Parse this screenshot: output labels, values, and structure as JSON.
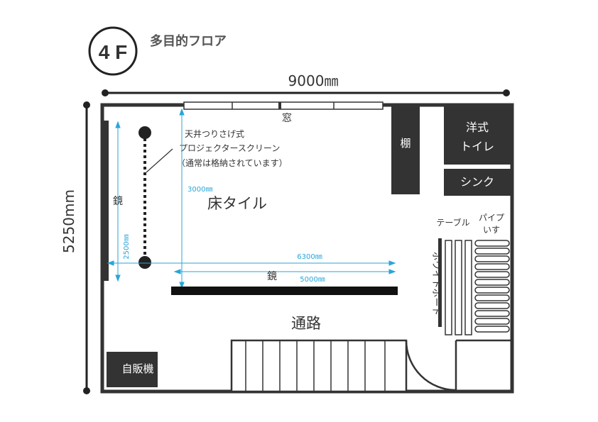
{
  "header": {
    "floor_badge": "4 F",
    "title": "多目的フロア"
  },
  "dimensions": {
    "width": "9000㎜",
    "height": "5250mm"
  },
  "labels": {
    "window": "窓",
    "shelf": "棚",
    "toilet_line1": "洋式",
    "toilet_line2": "トイレ",
    "sink": "シンク",
    "projector_line1": "天井つりさげ式",
    "projector_line2": "プロジェクタースクリーン",
    "projector_line3": "（通常は格納されています）",
    "mirror_left": "鏡",
    "mirror_bottom": "鏡",
    "floor_tile": "床タイル",
    "dim_3000": "3000㎜",
    "dim_2500": "2500㎜",
    "dim_6300": "6300㎜",
    "dim_5000": "5000㎜",
    "table": "テーブル",
    "pipe_chair_line1": "パイプ",
    "pipe_chair_line2": "いす",
    "whiteboard": "ホワイトボード",
    "corridor": "通路",
    "vending_machine": "自販機"
  },
  "colors": {
    "wall": "#333333",
    "fixture": "#333333",
    "dimension_line": "#29a6d9",
    "background": "#ffffff"
  }
}
